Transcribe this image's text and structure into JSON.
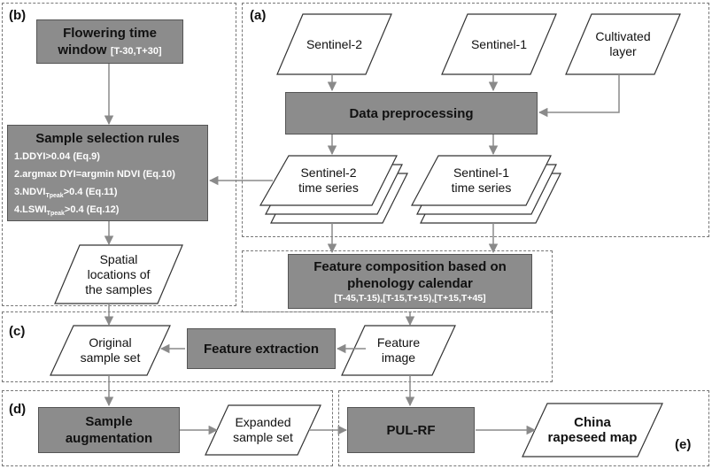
{
  "panels": {
    "a": "(a)",
    "b": "(b)",
    "c": "(c)",
    "d": "(d)",
    "e": "(e)"
  },
  "flowering": {
    "title_line1": "Flowering time",
    "title_line2": "window",
    "range": "[T-30,T+30]"
  },
  "inputs": {
    "sentinel2": "Sentinel-2",
    "sentinel1": "Sentinel-1",
    "cultivated_line1": "Cultivated",
    "cultivated_line2": "layer"
  },
  "preprocessing": "Data preprocessing",
  "series": {
    "s2_line1": "Sentinel-2",
    "s2_line2": "time series",
    "s1_line1": "Sentinel-1",
    "s1_line2": "time series"
  },
  "rules": {
    "title": "Sample selection rules",
    "rule1": "1.DDYI>0.04 (Eq.9)",
    "rule2": "2.argmax DYI=argmin NDVI (Eq.10)",
    "rule3_pre": "3.NDVI",
    "rule3_sub": "Tpeak",
    "rule3_post": ">0.4 (Eq.11)",
    "rule4_pre": "4.LSWI",
    "rule4_sub": "Tpeak",
    "rule4_post": ">0.4 (Eq.12)"
  },
  "spatial": {
    "line1": "Spatial",
    "line2": "locations of",
    "line3": "the samples"
  },
  "composition": {
    "line1": "Feature composition based on",
    "line2": "phenology calendar",
    "windows": "[T-45,T-15),[T-15,T+15),[T+15,T+45]"
  },
  "extraction": "Feature extraction",
  "original": {
    "line1": "Original",
    "line2": "sample set"
  },
  "feature_image": {
    "line1": "Feature",
    "line2": "image"
  },
  "augmentation": {
    "line1": "Sample",
    "line2": "augmentation"
  },
  "expanded": {
    "line1": "Expanded",
    "line2": "sample set"
  },
  "pulrf": "PUL-RF",
  "output": {
    "line1": "China",
    "line2": "rapeseed map"
  }
}
